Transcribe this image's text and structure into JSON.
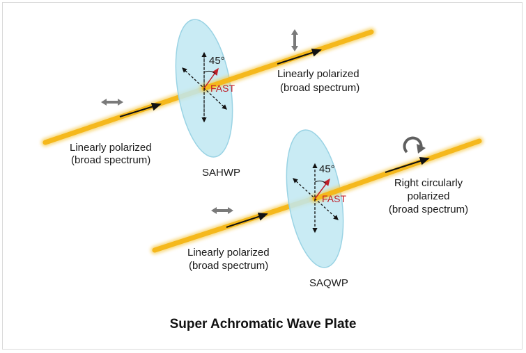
{
  "caption": "Super Achromatic Wave Plate",
  "hwp": {
    "name": "SAHWP",
    "angle": "45°",
    "axis": "FAST",
    "input_line1": "Linearly polarized",
    "input_line2": "(broad spectrum)",
    "output_line1": "Linearly polarized",
    "output_line2": "(broad spectrum)"
  },
  "qwp": {
    "name": "SAQWP",
    "angle": "45°",
    "axis": "FAST",
    "input_line1": "Linearly polarized",
    "input_line2": "(broad spectrum)",
    "output_line1": "Right circularly",
    "output_line2": "polarized",
    "output_line3": "(broad spectrum)"
  },
  "colors": {
    "beam": "#f5b81c",
    "plate_fill": "#bfe7f2",
    "plate_stroke": "#8fcde0",
    "fast_axis": "#c0202a",
    "indicator": "#7a7a7a"
  }
}
